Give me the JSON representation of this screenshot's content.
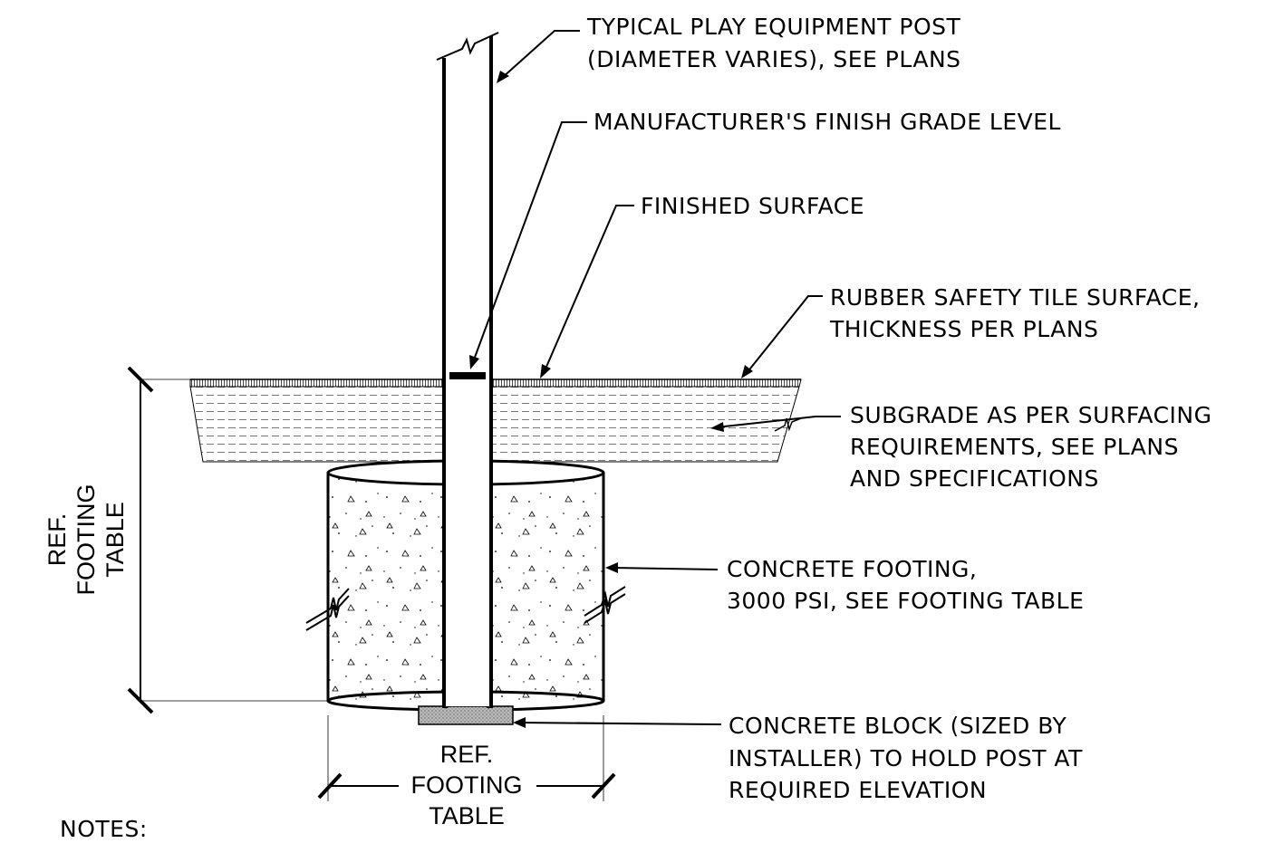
{
  "callouts": {
    "post": [
      "TYPICAL PLAY EQUIPMENT POST",
      "(DIAMETER VARIES), SEE PLANS"
    ],
    "grade": [
      "MANUFACTURER'S FINISH GRADE LEVEL"
    ],
    "surface": [
      "FINISHED SURFACE"
    ],
    "rubber": [
      "RUBBER SAFETY TILE SURFACE,",
      "THICKNESS PER PLANS"
    ],
    "subgrade": [
      "SUBGRADE AS PER SURFACING",
      "REQUIREMENTS, SEE PLANS",
      "AND SPECIFICATIONS"
    ],
    "footing": [
      "CONCRETE FOOTING,",
      "3000 PSI, SEE FOOTING TABLE"
    ],
    "block": [
      "CONCRETE BLOCK (SIZED BY",
      "INSTALLER) TO HOLD POST AT",
      "REQUIRED ELEVATION"
    ]
  },
  "dimensions": {
    "vertical": [
      "REF.",
      "FOOTING",
      "TABLE"
    ],
    "horizontal": [
      "REF.",
      "FOOTING",
      "TABLE"
    ]
  },
  "notes": "NOTES:"
}
